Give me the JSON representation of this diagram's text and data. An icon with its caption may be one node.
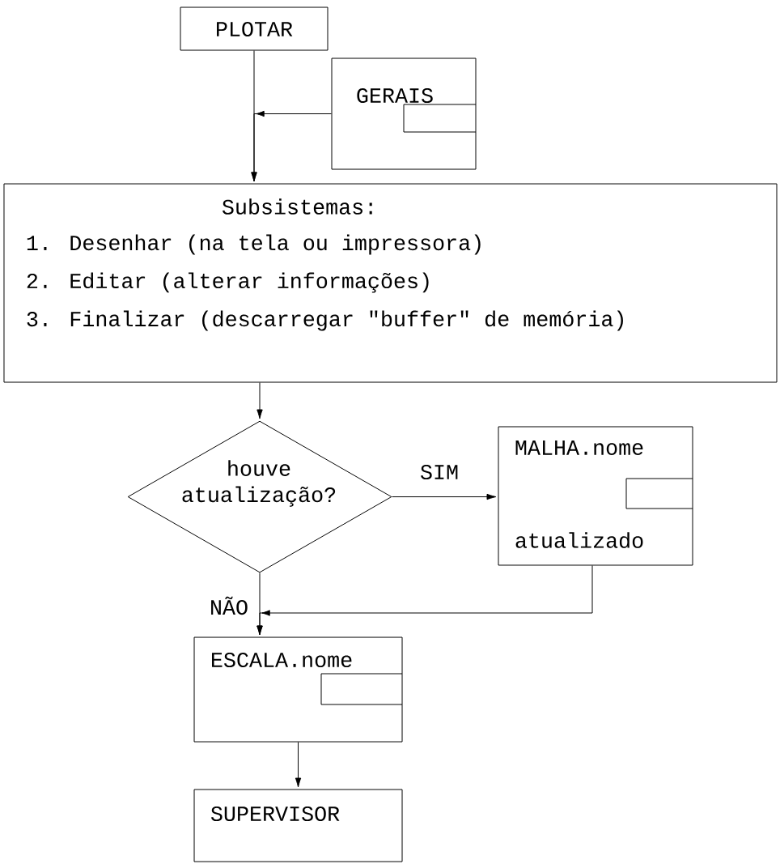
{
  "diagram": {
    "nodes": [
      {
        "text": [
          "PLOTAR"
        ]
      },
      {
        "text": [
          "GERAIS"
        ]
      },
      {
        "text": [
          "Subsistemas:",
          "1. Desenhar (na tela ou impressora)",
          "2. Editar (alterar informações)",
          "3. Finalizar (descarregar \"buffer\" de memória)"
        ]
      },
      {
        "text": [
          "houve atualização?"
        ]
      },
      {
        "text": [
          "MALHA.nome",
          "atualizado"
        ]
      },
      {
        "text": [
          "ESCALA.nome"
        ]
      },
      {
        "text": [
          "SUPERVISOR"
        ]
      }
    ],
    "edges": [
      {
        "from": 0,
        "to": 2,
        "arrow": "to"
      },
      {
        "from": 1,
        "to": 2,
        "arrow": "to"
      },
      {
        "from": 2,
        "to": 3,
        "arrow": "to"
      },
      {
        "from": 3,
        "to": 4,
        "arrow": "to",
        "label": "SIM"
      },
      {
        "from": 3,
        "to": 5,
        "arrow": "to",
        "label": "NÃO"
      },
      {
        "from": 4,
        "to": 5,
        "arrow": "to"
      },
      {
        "from": 5,
        "to": 6,
        "arrow": "to"
      }
    ]
  }
}
